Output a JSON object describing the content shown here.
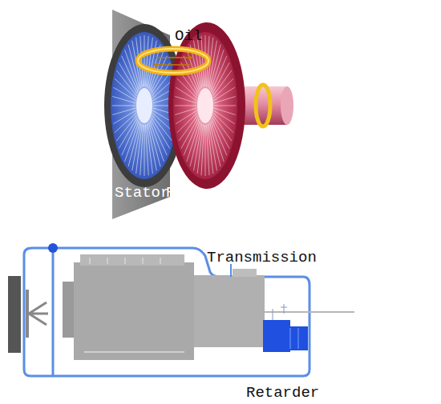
{
  "diagram": {
    "labels": [
      "Oil",
      "Stator",
      "Rotor",
      "Transmission",
      "Retarder"
    ]
  }
}
